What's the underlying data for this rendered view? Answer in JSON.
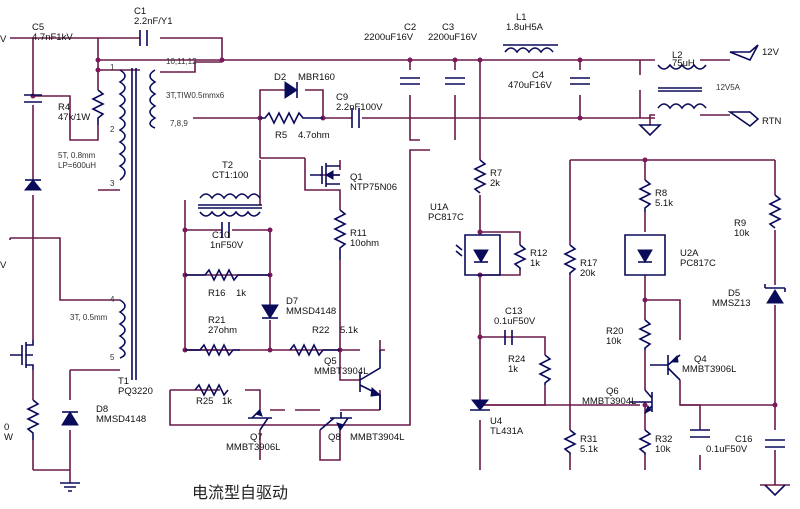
{
  "caption": "电流型自驱动",
  "labels": {
    "c5": "C5",
    "c5v": "4.7nF1kV",
    "c1": "C1",
    "c1v": "2.2nF/Y1",
    "r4": "R4",
    "r4v": "47k/1W",
    "tw1": "5T, 0.8mm",
    "tw2": "LP=600uH",
    "tsec": "3T,TIW0.5mmx6",
    "tsecpins": "10,11,12",
    "tsecpins2": "7,8,9",
    "taux": "3T, 0.5mm",
    "t1": "T1",
    "t1v": "PQ3220",
    "d8": "D8",
    "d8v": "MMSD4148",
    "d2": "D2",
    "d2v": "MBR160",
    "r5": "R5",
    "r5v": "4.7ohm",
    "c9": "C9",
    "c9v": "2.2nF100V",
    "t2": "T2",
    "t2v": "CT1:100",
    "q1": "Q1",
    "q1v": "NTP75N06",
    "r11": "R11",
    "r11v": "10ohm",
    "c10": "C10",
    "c10v": "1nF50V",
    "r16": "R16",
    "r16v": "1k",
    "d7": "D7",
    "d7v": "MMSD4148",
    "r21": "R21",
    "r21v": "27ohm",
    "r22": "R22",
    "r22v": "5.1k",
    "q5": "Q5",
    "q5v": "MMBT3904L",
    "r25": "R25",
    "r25v": "1k",
    "q7": "Q7",
    "q7v": "MMBT3906L",
    "q8": "Q8",
    "q8v": "MMBT3904L",
    "c2": "C2",
    "c2v": "2200uF16V",
    "c3": "C3",
    "c3v": "2200uF16V",
    "l1": "L1",
    "l1v": "1.8uH5A",
    "c4": "C4",
    "c4v": "470uF16V",
    "l2": "L2",
    "l2v": "75uH",
    "out12": "12V",
    "outrtn": "RTN",
    "outcur": "12V5A",
    "r7": "R7",
    "r7v": "2k",
    "u1a": "U1A",
    "u1av": "PC817C",
    "r12": "R12",
    "r12v": "1k",
    "c13": "C13",
    "c13v": "0.1uF50V",
    "r24": "R24",
    "r24v": "1k",
    "u4": "U4",
    "u4v": "TL431A",
    "r17": "R17",
    "r17v": "20k",
    "r31": "R31",
    "r31v": "5.1k",
    "r8": "R8",
    "r8v": "5.1k",
    "u2a": "U2A",
    "u2av": "PC817C",
    "r20": "R20",
    "r20v": "10k",
    "q4": "Q4",
    "q4v": "MMBT3906L",
    "q6": "Q6",
    "q6v": "MMBT3904L",
    "r32": "R32",
    "r32v": "10k",
    "r9": "R9",
    "r9v": "10k",
    "d5": "D5",
    "d5v": "MMSZ13",
    "c16": "C16",
    "c16v": "0.1uF50V",
    "p1": "1",
    "p2": "2",
    "p3": "3",
    "p4": "4",
    "p5": "5",
    "edge_v1": "V",
    "edge_v2": "V",
    "edge_0": "0",
    "edge_w": "W"
  }
}
